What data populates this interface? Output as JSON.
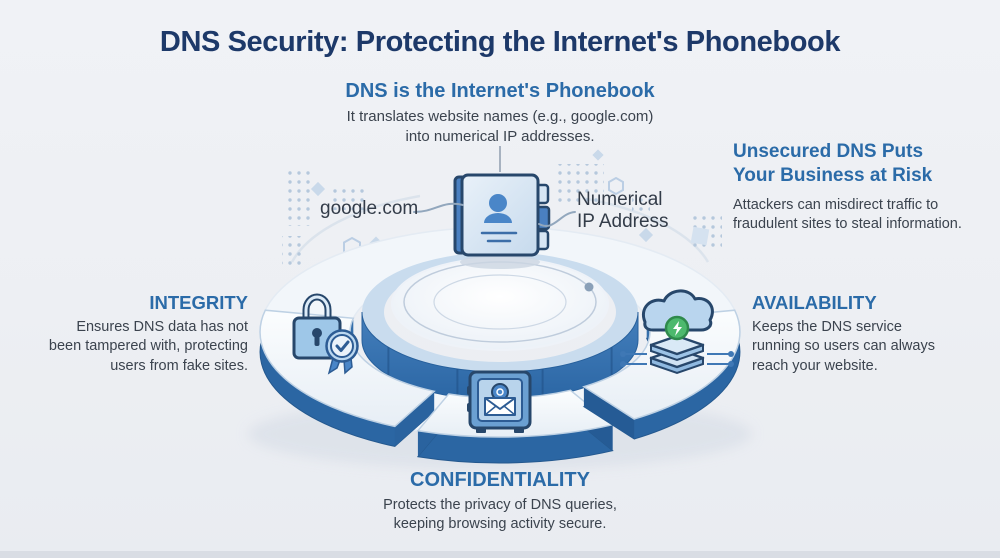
{
  "title": "DNS Security: Protecting the Internet's Phonebook",
  "intro": {
    "heading": "DNS is the Internet's Phonebook",
    "body": "It translates website names (e.g., google.com)\ninto numerical IP addresses."
  },
  "risk": {
    "heading": "Unsecured DNS Puts\nYour Business at Risk",
    "body": "Attackers can misdirect traffic to\nfraudulent sites to steal information."
  },
  "diagram": {
    "input_label": "google.com",
    "output_label": "Numerical\nIP Address",
    "icons": {
      "center": "phonebook-icon",
      "integrity": "lock-certificate-icon",
      "availability": "cloud-uptime-icon",
      "confidentiality": "vault-envelope-icon"
    }
  },
  "pillars": {
    "integrity": {
      "heading": "INTEGRITY",
      "body": "Ensures DNS data has not\nbeen tampered with, protecting\nusers from fake sites."
    },
    "availability": {
      "heading": "AVAILABILITY",
      "body": "Keeps the DNS service\nrunning so users can always\nreach your website."
    },
    "confidentiality": {
      "heading": "CONFIDENTIALITY",
      "body": "Protects the privacy of DNS queries,\nkeeping browsing activity secure."
    }
  },
  "colors": {
    "title_navy": "#1d3969",
    "heading_blue": "#2b6ba8",
    "body_text": "#3b434e",
    "ring_blue": "#2b66a3",
    "icon_outline": "#27476b",
    "icon_fill": "#aecfeb",
    "uptime_green": "#4db96d",
    "background": "#edeff3"
  }
}
